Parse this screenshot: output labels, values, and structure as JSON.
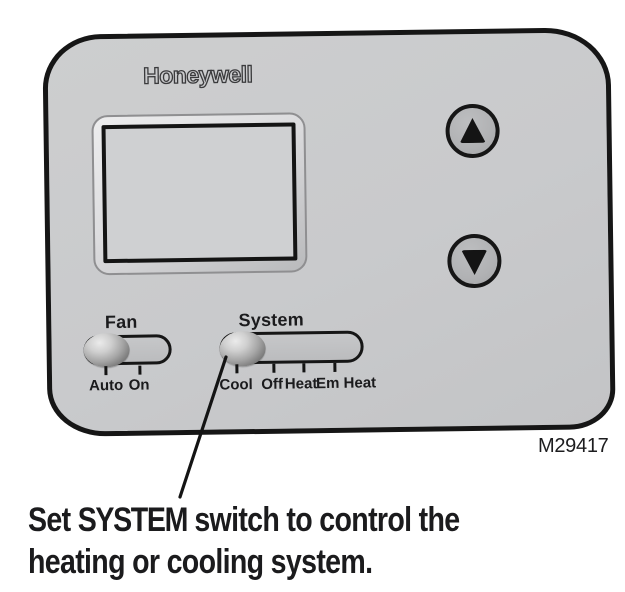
{
  "brand": {
    "logo_text": "Honeywell"
  },
  "figure_code": "M29417",
  "switches": {
    "fan": {
      "label": "Fan",
      "positions": [
        "Auto",
        "On"
      ],
      "selected": "Auto"
    },
    "system": {
      "label": "System",
      "positions": [
        "Cool",
        "Off",
        "Heat",
        "Em Heat"
      ],
      "selected": "Cool"
    }
  },
  "buttons": {
    "up_icon": "triangle-up",
    "down_icon": "triangle-down"
  },
  "caption": {
    "line1_pre": "Set ",
    "line1_bold": "SYSTEM",
    "line1_post": " switch to control the",
    "line2": "heating or cooling system."
  },
  "colors": {
    "body_fill": "#c9cacc",
    "outline": "#161616",
    "screen_fill": "#cfd0d2",
    "knob_highlight": "#ebebeb",
    "knob_shadow": "#5c5c5c"
  }
}
